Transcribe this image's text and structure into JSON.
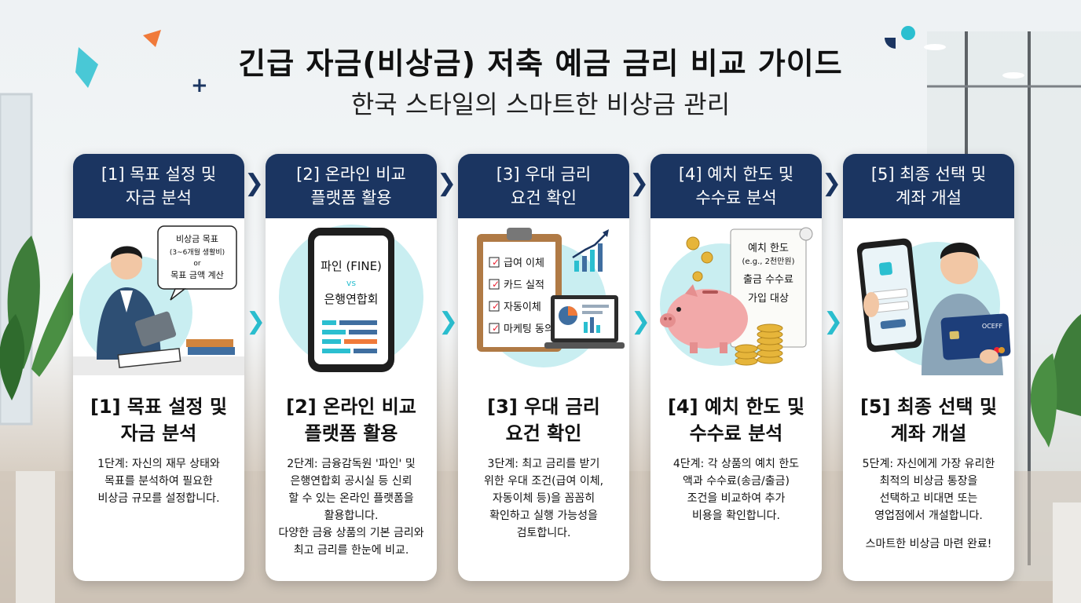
{
  "title": "긴급 자금(비상금) 저축 예금 금리 비교 가이드",
  "subtitle": "한국 스타일의 스마트한 비상금 관리",
  "steps": [
    {
      "header_line1": "[1] 목표 설정 및",
      "header_line2": "자금 분석",
      "title_line1": "[1] 목표 설정 및",
      "title_line2": "자금 분석",
      "desc": [
        "1단계: 자신의 재무 상태와",
        "목표를 분석하여 필요한",
        "비상금 규모를 설정합니다."
      ],
      "bubble": [
        "비상금 목표",
        "(3~6개월 생활비)",
        "or",
        "목표 금액 계산"
      ]
    },
    {
      "header_line1": "[2] 온라인 비교",
      "header_line2": "플랫폼 활용",
      "title_line1": "[2] 온라인 비교",
      "title_line2": "플랫폼 활용",
      "desc": [
        "2단계: 금융감독원 '파인' 및",
        "은행연합회 공시실 등 신뢰",
        "할 수 있는 온라인 플랫폼을",
        "활용합니다.",
        "다양한 금융 상품의 기본 금리와",
        "최고 금리를 한눈에 비교."
      ],
      "phone": [
        "파인 (FINE)",
        "vs",
        "은행연합회"
      ]
    },
    {
      "header_line1": "[3] 우대 금리",
      "header_line2": "요건 확인",
      "title_line1": "[3] 우대 금리",
      "title_line2": "요건 확인",
      "desc": [
        "3단계: 최고 금리를 받기",
        "위한 우대 조건(급여 이체,",
        "자동이체 등)을 꼼꼼히",
        "확인하고 실행 가능성을",
        "검토합니다."
      ],
      "checklist": [
        "급여 이체",
        "카드 실적",
        "자동이체",
        "마케팅 동의"
      ]
    },
    {
      "header_line1": "[4] 예치 한도 및",
      "header_line2": "수수료 분석",
      "title_line1": "[4] 예치 한도 및",
      "title_line2": "수수료 분석",
      "desc": [
        "4단계: 각 상품의 예치 한도",
        "액과 수수료(송금/출금)",
        "조건을 비교하여 추가",
        "비용을 확인합니다."
      ],
      "scroll": [
        "예치 한도",
        "(e.g., 2천만원)",
        "출금 수수료",
        "가입 대상"
      ]
    },
    {
      "header_line1": "[5] 최종 선택 및",
      "header_line2": "계좌 개설",
      "title_line1": "[5] 최종 선택 및",
      "title_line2": "계좌 개설",
      "desc": [
        "5단계: 자신에게 가장 유리한",
        "최적의 비상금 통장을",
        "선택하고 비대면 또는",
        "영업점에서 개설합니다."
      ],
      "footer": "스마트한 비상금 마련 완료!",
      "card_brand": "OCEFF"
    }
  ],
  "colors": {
    "header": "#1b3561",
    "accent": "#2bbfd0",
    "background": "#f4f6f7"
  }
}
